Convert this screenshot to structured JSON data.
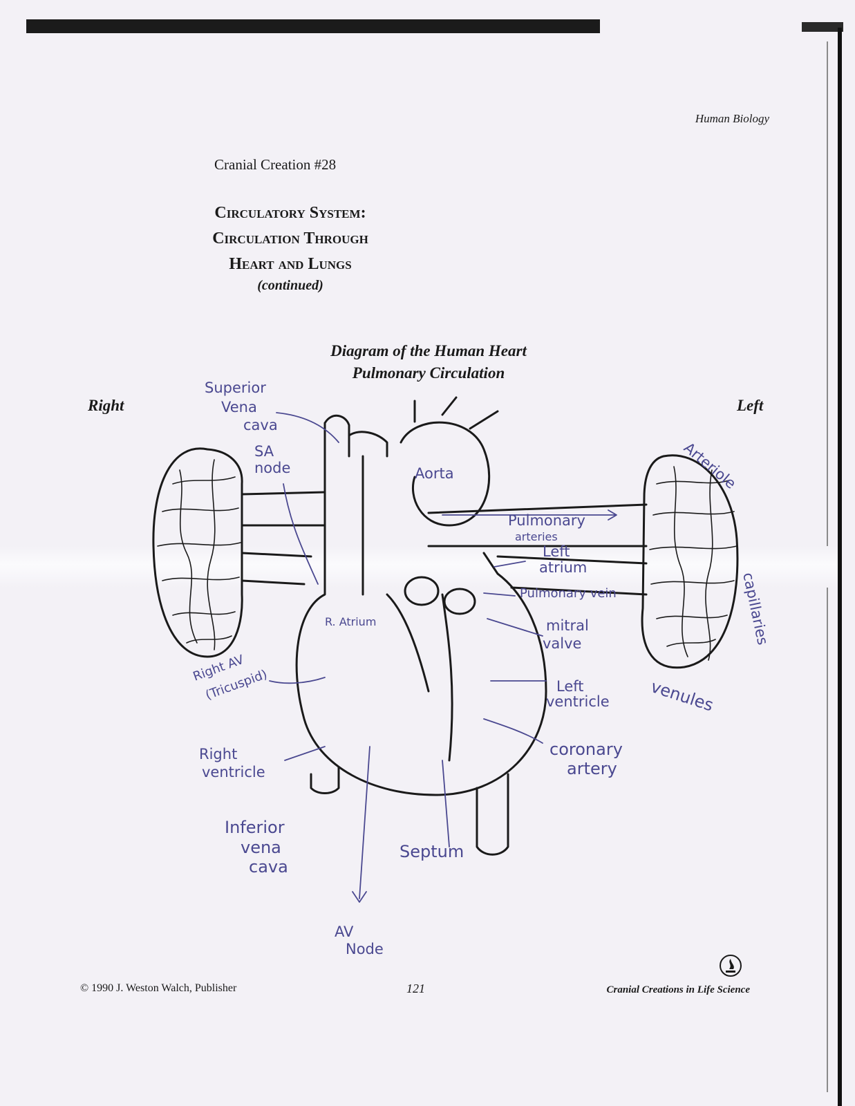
{
  "header": {
    "running_head": "Human Biology",
    "creation_number": "Cranial Creation #28",
    "title_lines": [
      "Circulatory System:",
      "Circulation Through",
      "Heart and Lungs"
    ],
    "continued": "(continued)"
  },
  "diagram": {
    "title_lines": [
      "Diagram of the Human Heart",
      "Pulmonary Circulation"
    ],
    "side_right": "Right",
    "side_left": "Left",
    "handwritten_labels": {
      "superior_vena_cava": [
        "Superior",
        "Vena",
        "cava"
      ],
      "sa_node": [
        "SA",
        "node"
      ],
      "aorta": "Aorta",
      "pulmonary": [
        "Pulmonary",
        "arteries"
      ],
      "left_atrium": [
        "Left",
        "atrium"
      ],
      "pulmonary_vein": "Pulmonary vein",
      "mitral_valve": [
        "mitral",
        "valve"
      ],
      "r_atrium": "R. Atrium",
      "right_av": [
        "Right AV",
        "(Tricuspid)"
      ],
      "left_ventricle": [
        "Left",
        "ventricle"
      ],
      "right_ventricle": [
        "Right",
        "ventricle"
      ],
      "coronary_artery": [
        "coronary",
        "artery"
      ],
      "inferior_vena_cava": [
        "Inferior",
        "vena",
        "cava"
      ],
      "septum": "Septum",
      "av_node": [
        "AV",
        "Node"
      ],
      "arteriole": "Arteriole",
      "capillaries": "capillaries",
      "venules": "venules"
    }
  },
  "footer": {
    "copyright": "© 1990 J. Weston Walch, Publisher",
    "page_number": "121",
    "series": "Cranial Creations in Life Science"
  },
  "colors": {
    "ink": "#1a1a1a",
    "pen": "#4a4890",
    "paper": "#f3f1f6"
  }
}
